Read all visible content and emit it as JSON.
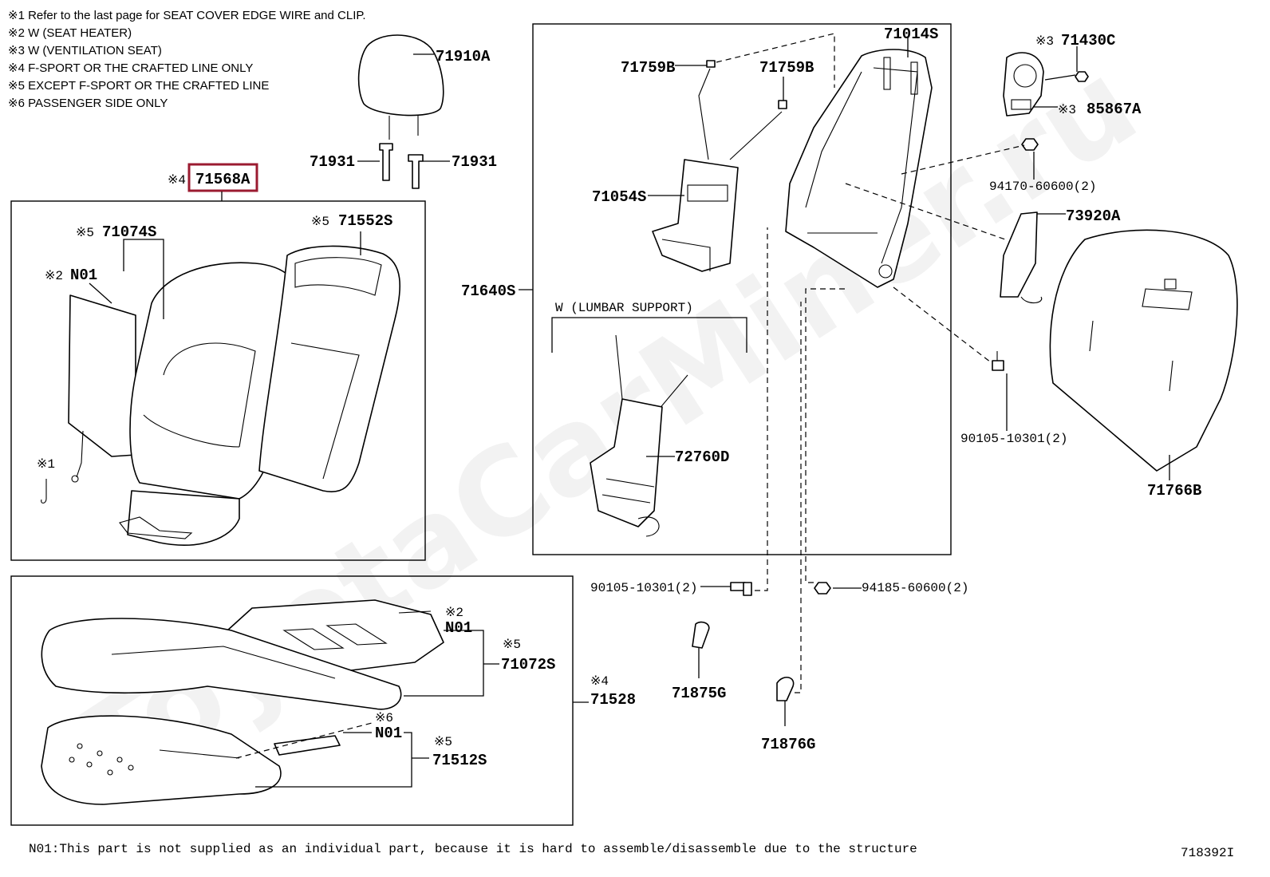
{
  "notes": [
    "※1  Refer to the last page for SEAT COVER EDGE WIRE and CLIP.",
    "※2  W (SEAT  HEATER)",
    "※3  W (VENTILATION  SEAT)",
    "※4  F-SPORT OR THE CRAFTED LINE ONLY",
    "※5  EXCEPT  F-SPORT OR THE CRAFTED LINE",
    "※6  PASSENGER  SIDE  ONLY"
  ],
  "highlighted_part": {
    "prefix": "※4",
    "label": "71568A",
    "highlight_color": "#9b1b30"
  },
  "parts": {
    "p71910A": "71910A",
    "p71931_left": "71931",
    "p71931_right": "71931",
    "p71074S": "71074S",
    "p71074S_note": "※5",
    "p71552S": "71552S",
    "p71552S_note": "※5",
    "pN01_back": "N01",
    "pN01_back_note": "※2",
    "star1": "※1",
    "p71759B_left": "71759B",
    "p71759B_right": "71759B",
    "p71014S": "71014S",
    "p71054S": "71054S",
    "p71640S": "71640S",
    "lumbar_title": "W (LUMBAR  SUPPORT)",
    "p72760D": "72760D",
    "p71430C": "71430C",
    "p71430C_note": "※3",
    "p85867A": "85867A",
    "p85867A_note": "※3",
    "p94170": "94170-60600(2)",
    "p73920A": "73920A",
    "p90105_right": "90105-10301(2)",
    "p71766B": "71766B",
    "p90105_bottom": "90105-10301(2)",
    "p94185": "94185-60600(2)",
    "p71875G": "71875G",
    "p71876G": "71876G",
    "pN01_cushion": "N01",
    "pN01_cushion_note": "※2",
    "p71072S": "71072S",
    "p71072S_note": "※5",
    "p71528": "71528",
    "p71528_note": "※4",
    "pN01_lower": "N01",
    "pN01_lower_note": "※6",
    "p71512S": "71512S",
    "p71512S_note": "※5"
  },
  "footer": {
    "note": "N01:This part is not supplied as an individual part, because it is hard to assemble/disassemble due to the structure",
    "diagram_id": "718392I"
  },
  "watermark": "ToyotaCarMiner.ru"
}
